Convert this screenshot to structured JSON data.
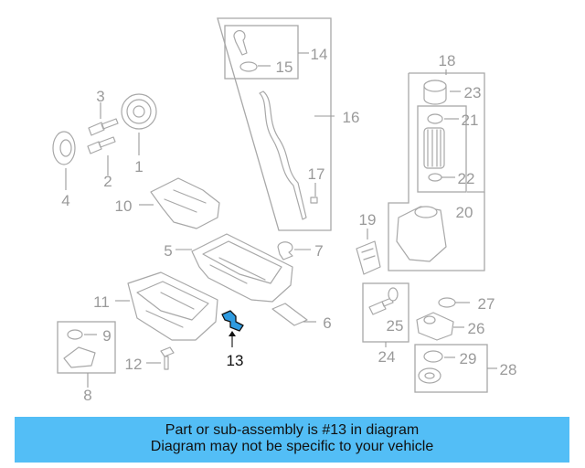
{
  "callouts": {
    "n1": "1",
    "n2": "2",
    "n3": "3",
    "n4": "4",
    "n5": "5",
    "n6": "6",
    "n7": "7",
    "n8": "8",
    "n9": "9",
    "n10": "10",
    "n11": "11",
    "n12": "12",
    "n13": "13",
    "n14": "14",
    "n15": "15",
    "n16": "16",
    "n17": "17",
    "n18": "18",
    "n19": "19",
    "n20": "20",
    "n21": "21",
    "n22": "22",
    "n23": "23",
    "n24": "24",
    "n25": "25",
    "n26": "26",
    "n27": "27",
    "n28": "28",
    "n29": "29"
  },
  "highlight": {
    "part_number": "13",
    "color": "#2f9be0"
  },
  "colors": {
    "banner": "#53bef6",
    "line_art": "#a8a8a8"
  },
  "banner": {
    "line1": "Part or sub-assembly is #13 in diagram",
    "line2": "Diagram may not be specific to your vehicle"
  }
}
